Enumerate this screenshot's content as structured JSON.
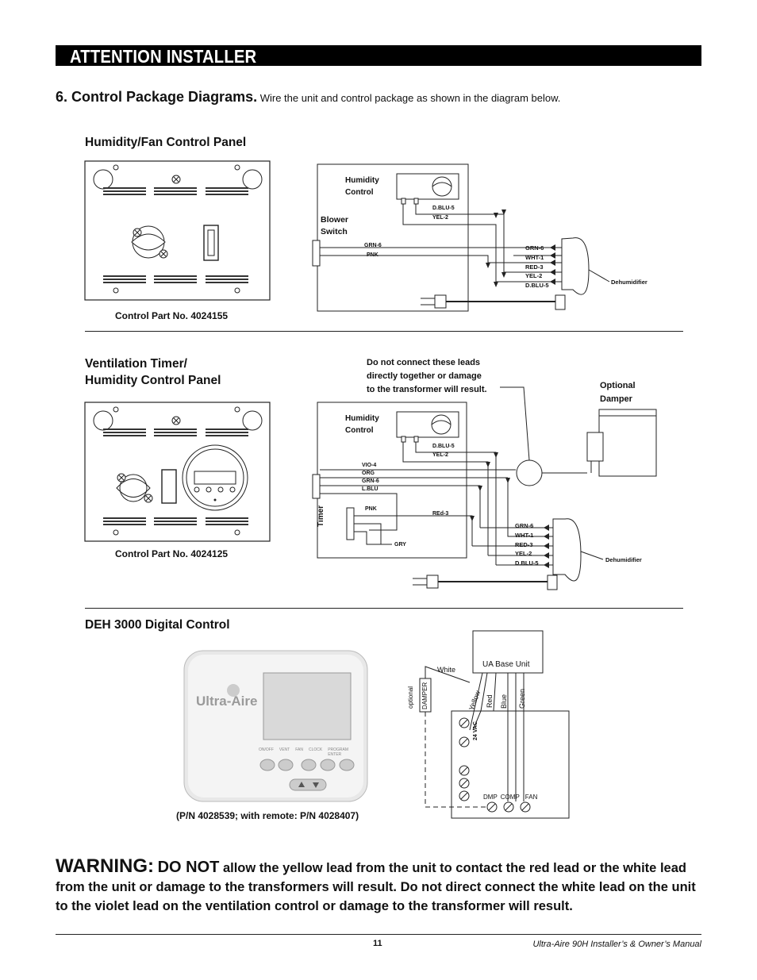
{
  "header": {
    "banner": "ATTENTION INSTALLER"
  },
  "section": {
    "title": "6. Control Package Diagrams.",
    "intro": "Wire the unit and control package as shown in the diagram below."
  },
  "panel1": {
    "title": "Humidity/Fan Control Panel",
    "part": "Control Part No. 4024155",
    "labels": {
      "humidity_control": [
        "Humidity",
        "Control"
      ],
      "blower_switch": [
        "Blower",
        "Switch"
      ],
      "d_blu": "D.BLU-5",
      "yel": "YEL-2",
      "grn": "GRN-6",
      "pnk": "PNK",
      "leads": [
        "GRN-6",
        "WHT-1",
        "RED-3",
        "YEL-2",
        "D.BLU-5"
      ],
      "dehumidifier": "Dehumidifier"
    }
  },
  "panel2": {
    "title_line1": "Ventilation Timer/",
    "title_line2": "Humidity Control Panel",
    "part": "Control Part No. 4024125",
    "note": [
      "Do not connect these leads",
      "directly together or damage",
      "to the transformer will result."
    ],
    "labels": {
      "optional_damper": [
        "Optional",
        "Damper"
      ],
      "humidity_control": [
        "Humidity",
        "Control"
      ],
      "d_blu": "D.BLU-5",
      "yel": "YEL-2",
      "timer_leads": [
        "VIO-4",
        "ORG",
        "GRN-6",
        "L.BLU"
      ],
      "timer": "Timer",
      "pnk": "PNK",
      "red": "REd-3",
      "gry": "GRY",
      "leads": [
        "GRN-6",
        "WHT-1",
        "RED-3",
        "YEL-2",
        "D.BLU-5"
      ],
      "dehumidifier": "Dehumidifier"
    }
  },
  "panel3": {
    "title": "DEH 3000 Digital Control",
    "part": "(P/N 4028539; with remote: P/N 4028407)",
    "brand": "Ultra-Aire",
    "buttons": [
      "ON/OFF",
      "VENT",
      "FAN",
      "CLOCK",
      "PROGRAM ENTER"
    ],
    "labels": {
      "ua_base_unit": "UA Base Unit",
      "white": "White",
      "optional": "optional",
      "damper": "DAMPER",
      "yellow": "Yellow",
      "red": "Red",
      "blue": "Blue",
      "green": "Green",
      "vac": "24 VAC",
      "terminals": [
        "DMP",
        "COMP",
        "FAN"
      ]
    }
  },
  "warning": {
    "label": "WARNING:",
    "do_not": "DO NOT",
    "text": "allow the yellow lead from the unit to contact the red lead or the white lead from the unit or damage to the transformers will result. Do not direct connect the white lead on the unit to the violet lead on the ventilation control or damage to the transformer will result."
  },
  "footer": {
    "page": "11",
    "manual": "Ultra-Aire 90H Installer’s & Owner’s Manual"
  }
}
